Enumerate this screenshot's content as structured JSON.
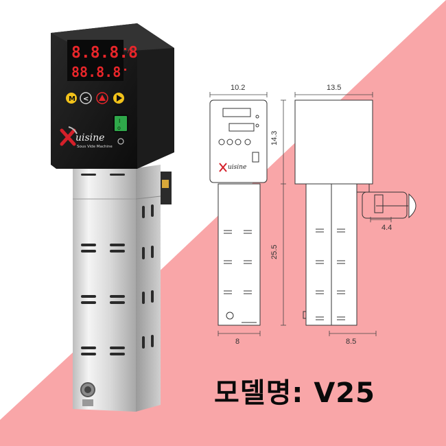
{
  "model_label": "모델명: V25",
  "device": {
    "display_top": "8.8.8.8",
    "display_bottom": "88.8.8",
    "logo_text": "uisine",
    "logo_subtitle": "Sous Vide Machine",
    "switch_symbol": "I\nO",
    "button_labels": [
      "M",
      "<",
      "△",
      "▷"
    ]
  },
  "diagram_logo": "uisine",
  "dimensions": {
    "front_width": "10.2",
    "side_width": "13.5",
    "head_height": "14.3",
    "body_height": "25.5",
    "front_bottom": "8",
    "side_bottom": "8.5",
    "clamp_depth": "4.4"
  },
  "colors": {
    "background_pink": "#f9a6a8",
    "device_black": "#111111",
    "steel_light": "#e9e9e9",
    "led_red": "#e8262a",
    "button_yellow": "#f2c21a",
    "accent_red": "#d4202a"
  }
}
